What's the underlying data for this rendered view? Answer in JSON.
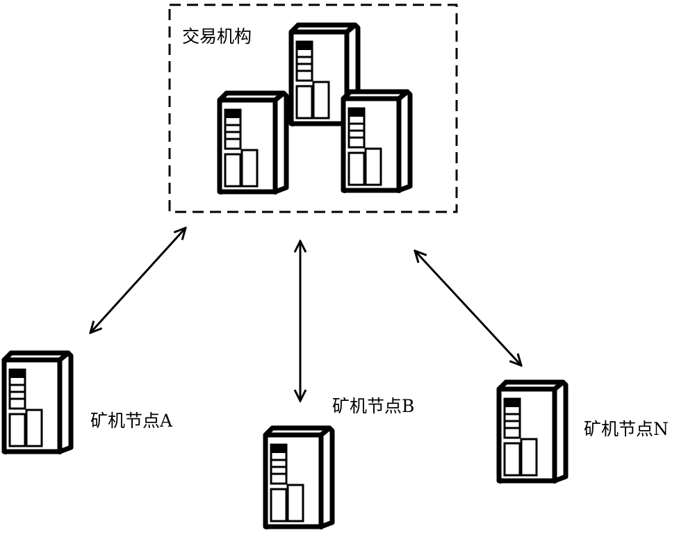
{
  "exchange": {
    "label": "交易机构"
  },
  "nodes": [
    {
      "label": "矿机节点A"
    },
    {
      "label": "矿机节点B"
    },
    {
      "label": "矿机节点N"
    }
  ],
  "colors": {
    "stroke": "#000000",
    "background": "#ffffff"
  },
  "icons": [
    "server-icon"
  ]
}
